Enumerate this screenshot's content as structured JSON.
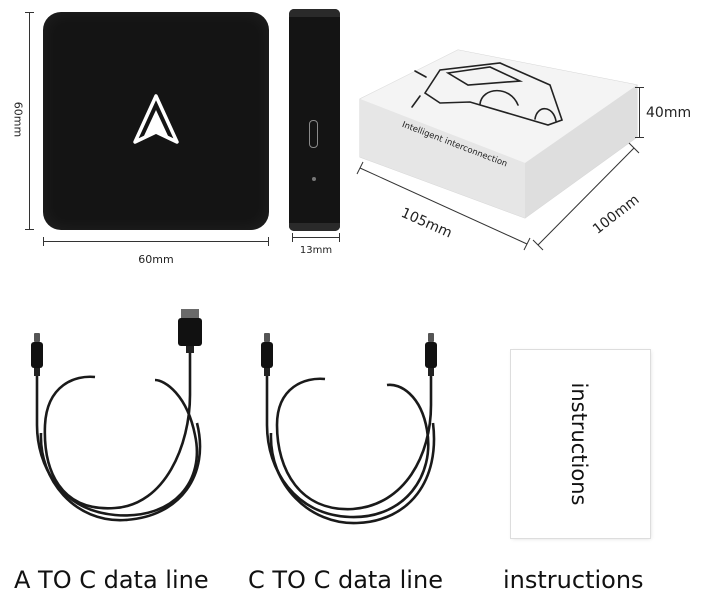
{
  "dimensions": {
    "front_height": "60mm",
    "front_width": "60mm",
    "side_thickness": "13mm",
    "box_height": "40mm",
    "box_length": "105mm",
    "box_depth": "100mm"
  },
  "box": {
    "print_text": "Intelligent interconnection"
  },
  "captions": {
    "cable_a_to_c": "A TO C data line",
    "cable_c_to_c": "C TO C data line",
    "instructions": "instructions"
  },
  "booklet": {
    "title": "instructions"
  },
  "icons": {
    "device_logo": "chevron-arrow-logo-icon",
    "box_graphic": "car-outline-icon"
  },
  "colors": {
    "device_body": "#141414",
    "box_body": "#ebebeb",
    "cable": "#1a1a1a"
  }
}
